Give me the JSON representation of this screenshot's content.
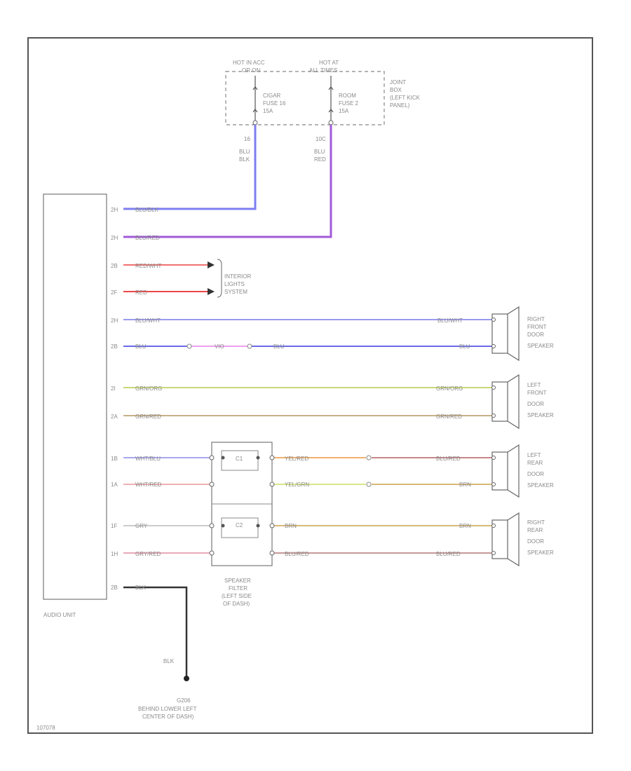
{
  "colors": {
    "blu_blk": "#7e7ef0",
    "blu_red": "#a05ad8",
    "red_wht": "#f07070",
    "red": "#ee4545",
    "blu_wht": "#9a9af0",
    "blu": "#6a6ae8",
    "vio": "#f0a0f0",
    "grn_org": "#c8d878",
    "grn_red": "#c8b088",
    "wht_blu": "#a8a8f0",
    "wht_red": "#f0b0b0",
    "yel_red": "#f0b070",
    "yel_grn": "#d8e888",
    "blu_red2": "#c88888",
    "brn": "#d8b878",
    "gry": "#cccccc",
    "gry_red": "#e8a8b8",
    "blu_red3": "#c89898",
    "blk": "#333333"
  },
  "top": {
    "hot_acc": "HOT IN ACC",
    "or_on": "OR ON",
    "hot_at": "HOT AT",
    "all_times": "ALL TIMES",
    "fuse1": [
      "CIGAR",
      "FUSE 16",
      "15A"
    ],
    "fuse2": [
      "ROOM",
      "FUSE 2",
      "15A"
    ],
    "junction": [
      "JOINT",
      "BOX",
      "(LEFT KICK",
      "PANEL)"
    ],
    "wire1_num": "16",
    "wire1_color": [
      "BLU",
      "BLK"
    ],
    "wire2_num": "10C",
    "wire2_color": [
      "BLU",
      "RED"
    ]
  },
  "audio": {
    "label": "AUDIO UNIT",
    "pins": [
      {
        "pin": "2H",
        "color": "BLU/BLK"
      },
      {
        "pin": "2H",
        "color": "BLU/RED"
      },
      {
        "pin": "2B",
        "color": "RED/WHT"
      },
      {
        "pin": "2F",
        "color": "RED"
      },
      {
        "pin": "2H",
        "color": "BLU/WHT"
      },
      {
        "pin": "2B",
        "color": "BLU"
      },
      {
        "pin": "2I",
        "color": "GRN/ORG"
      },
      {
        "pin": "2A",
        "color": "GRN/RED"
      },
      {
        "pin": "1B",
        "color": "WHT/BLU"
      },
      {
        "pin": "1A",
        "color": "WHT/RED"
      },
      {
        "pin": "1F",
        "color": "GRY"
      },
      {
        "pin": "1H",
        "color": "GRY/RED"
      },
      {
        "pin": "2B",
        "color": "BLK"
      }
    ]
  },
  "interior": [
    "INTERIOR",
    "LIGHTS",
    "SYSTEM"
  ],
  "mid_labels": {
    "vio": "VIO",
    "blu": "BLU",
    "yel_red": "YEL/RED",
    "yel_grn": "YEL/GRN",
    "brn": "BRN",
    "blu_red": "BLU/RED"
  },
  "speaker_end_labels": {
    "blu_wht": "BLU/WHT",
    "blu": "BLU",
    "grn_org": "GRN/ORG",
    "grn_red": "GRN/RED",
    "blu_red": "BLU/RED",
    "brn": "BRN",
    "brn2": "BRN",
    "blu_red2": "BLU/RED"
  },
  "filter_inner": "C1",
  "filter_inner2": "C2",
  "filter_label": [
    "SPEAKER",
    "FILTER",
    "(LEFT SIDE",
    "OF DASH)"
  ],
  "speakers": [
    [
      "RIGHT",
      "FRONT",
      "DOOR",
      "SPEAKER"
    ],
    [
      "LEFT",
      "FRONT",
      "DOOR",
      "SPEAKER"
    ],
    [
      "LEFT",
      "REAR",
      "DOOR",
      "SPEAKER"
    ],
    [
      "RIGHT",
      "REAR",
      "DOOR",
      "SPEAKER"
    ]
  ],
  "ground": {
    "wire": "BLK",
    "id": "G206",
    "desc": [
      "BEHIND LOWER LEFT",
      "CENTER OF DASH)"
    ]
  },
  "footer_code": "107078"
}
